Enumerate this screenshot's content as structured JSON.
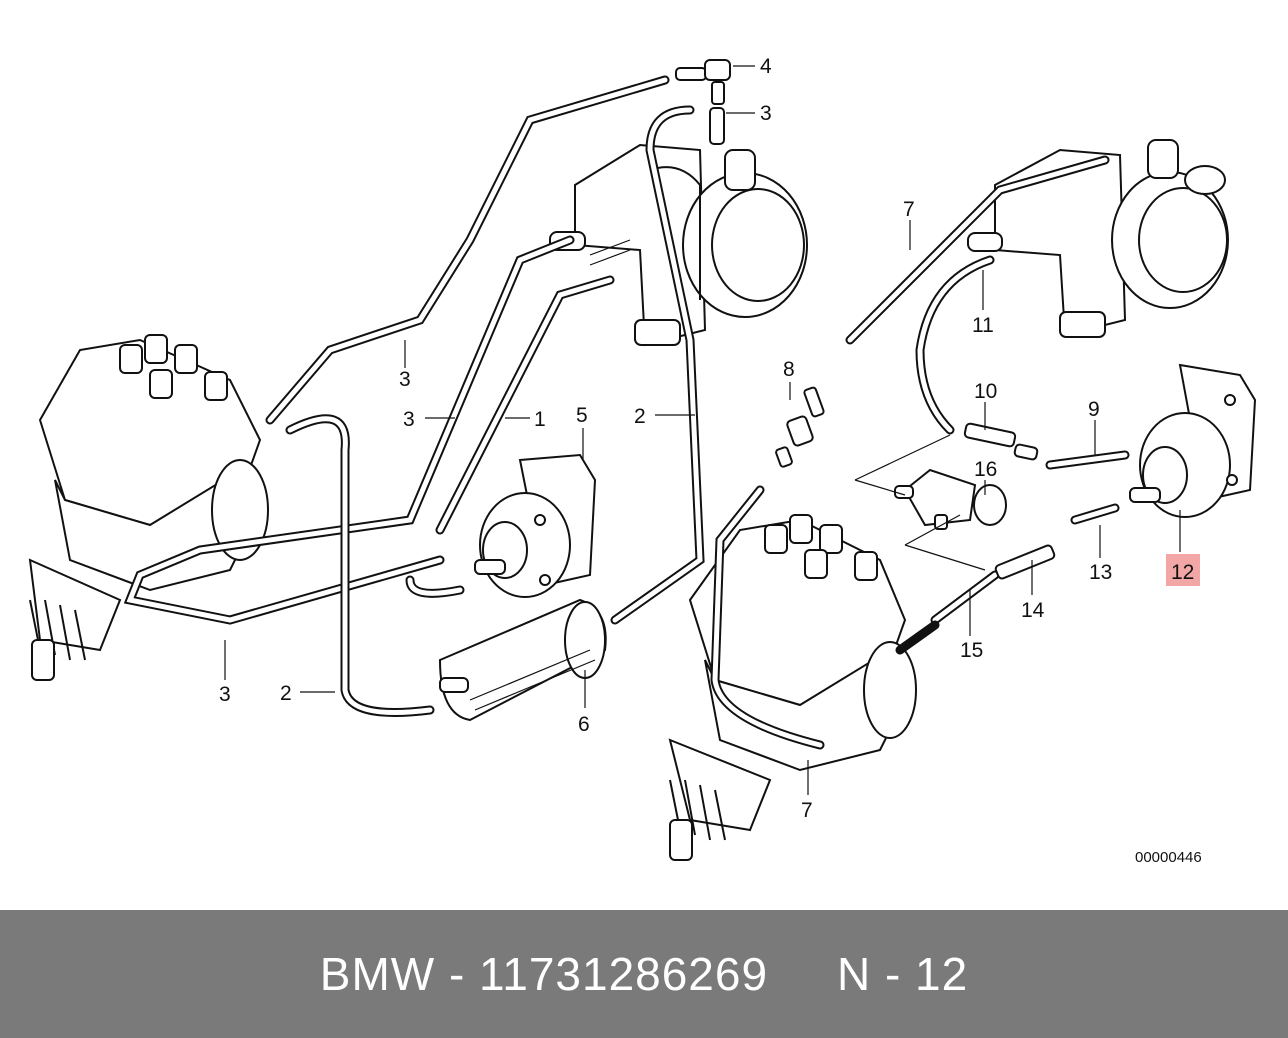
{
  "diagram": {
    "callouts": [
      {
        "id": "c4a",
        "label": "4"
      },
      {
        "id": "c3a",
        "label": "3"
      },
      {
        "id": "c3b",
        "label": "3"
      },
      {
        "id": "c3c",
        "label": "3"
      },
      {
        "id": "c1",
        "label": "1"
      },
      {
        "id": "c5",
        "label": "5"
      },
      {
        "id": "c2a",
        "label": "2"
      },
      {
        "id": "c3d",
        "label": "3"
      },
      {
        "id": "c2b",
        "label": "2"
      },
      {
        "id": "c6",
        "label": "6"
      },
      {
        "id": "c7a",
        "label": "7"
      },
      {
        "id": "c11",
        "label": "11"
      },
      {
        "id": "c8",
        "label": "8"
      },
      {
        "id": "c10",
        "label": "10"
      },
      {
        "id": "c9",
        "label": "9"
      },
      {
        "id": "c16",
        "label": "16"
      },
      {
        "id": "c12",
        "label": "12",
        "highlighted": true
      },
      {
        "id": "c13",
        "label": "13"
      },
      {
        "id": "c14",
        "label": "14"
      },
      {
        "id": "c15",
        "label": "15"
      },
      {
        "id": "c7b",
        "label": "7"
      }
    ],
    "drawing_number": "00000446",
    "highlight_color": "#f2a6a6"
  },
  "footer": {
    "text": "BMW - 11731286269     N - 12",
    "background": "#7a7a7a",
    "color": "#ffffff"
  }
}
